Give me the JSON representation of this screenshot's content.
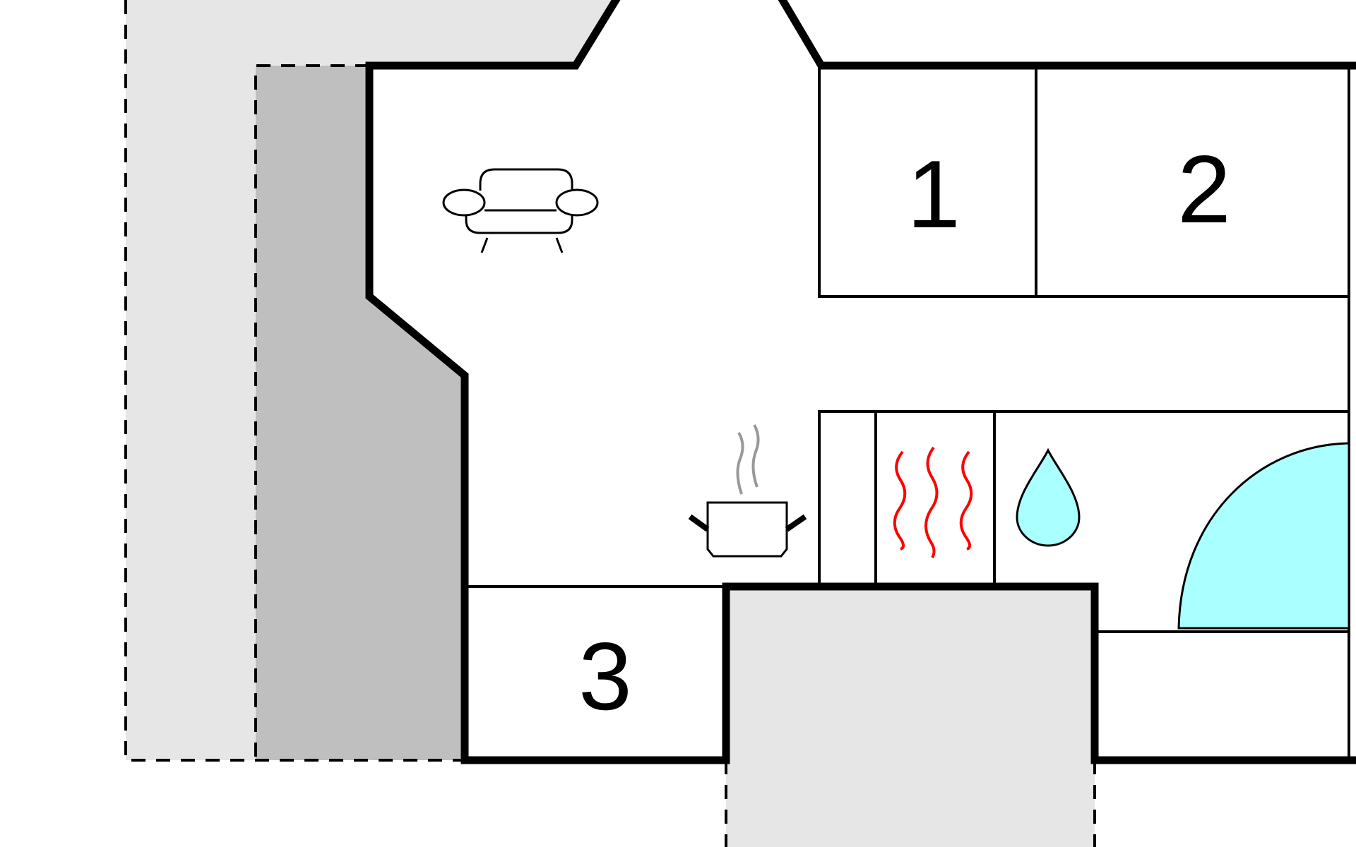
{
  "floorplan": {
    "rooms": [
      {
        "id": "room-1",
        "label": "1"
      },
      {
        "id": "room-2",
        "label": "2"
      },
      {
        "id": "room-3",
        "label": "3"
      }
    ],
    "icons": [
      "sofa-icon",
      "cooking-pot-icon",
      "heating-icon",
      "water-drop-icon",
      "hot-tub-icon"
    ],
    "colors": {
      "wall": "#000000",
      "outdoor_terrace": "#e6e6e6",
      "covered_terrace": "#bfbfbf",
      "heating": "#ff0000",
      "water": "#aaffff",
      "steam": "#999999",
      "background": "#ffffff"
    }
  }
}
